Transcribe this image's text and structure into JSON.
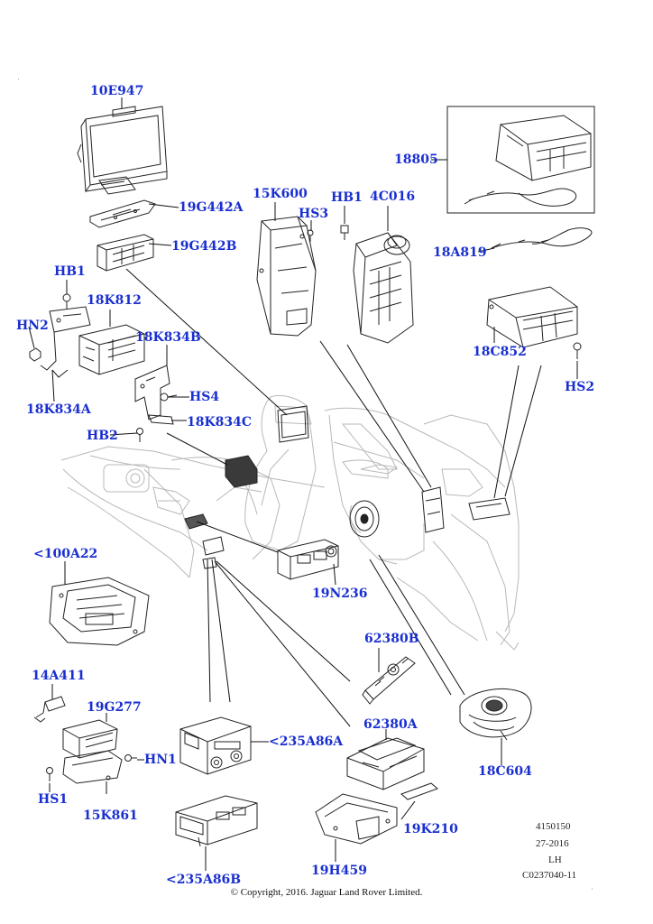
{
  "labels": [
    {
      "id": "10E947",
      "text": "10E947"
    },
    {
      "id": "19G442A",
      "text": "19G442A"
    },
    {
      "id": "19G442B",
      "text": "19G442B"
    },
    {
      "id": "HB1-left",
      "text": "HB1"
    },
    {
      "id": "18K812",
      "text": "18K812"
    },
    {
      "id": "HN2",
      "text": "HN2"
    },
    {
      "id": "18K834B",
      "text": "18K834B"
    },
    {
      "id": "18K834A",
      "text": "18K834A"
    },
    {
      "id": "HS4",
      "text": "HS4"
    },
    {
      "id": "HB2",
      "text": "HB2"
    },
    {
      "id": "18K834C",
      "text": "18K834C"
    },
    {
      "id": "15K600",
      "text": "15K600"
    },
    {
      "id": "HS3",
      "text": "HS3"
    },
    {
      "id": "HB1-right",
      "text": "HB1"
    },
    {
      "id": "4C016",
      "text": "4C016"
    },
    {
      "id": "18805",
      "text": "18805"
    },
    {
      "id": "18A819",
      "text": "18A819"
    },
    {
      "id": "18C852",
      "text": "18C852"
    },
    {
      "id": "HS2",
      "text": "HS2"
    },
    {
      "id": "100A22",
      "text": "<100A22"
    },
    {
      "id": "19N236",
      "text": "19N236"
    },
    {
      "id": "62380B",
      "text": "62380B"
    },
    {
      "id": "14A411",
      "text": "14A411"
    },
    {
      "id": "19G277",
      "text": "19G277"
    },
    {
      "id": "HN1",
      "text": "HN1"
    },
    {
      "id": "HS1",
      "text": "HS1"
    },
    {
      "id": "15K861",
      "text": "15K861"
    },
    {
      "id": "235A86A",
      "text": "<235A86A"
    },
    {
      "id": "62380A",
      "text": "62380A"
    },
    {
      "id": "18C604",
      "text": "18C604"
    },
    {
      "id": "19K210",
      "text": "19K210"
    },
    {
      "id": "235A86B",
      "text": "<235A86B"
    },
    {
      "id": "19H459",
      "text": "19H459"
    }
  ],
  "info_block": [
    "4150150",
    "27-2016",
    "LH",
    "C0237040-11"
  ],
  "copyright": "© Copyright, 2016. Jaguar Land Rover Limited."
}
